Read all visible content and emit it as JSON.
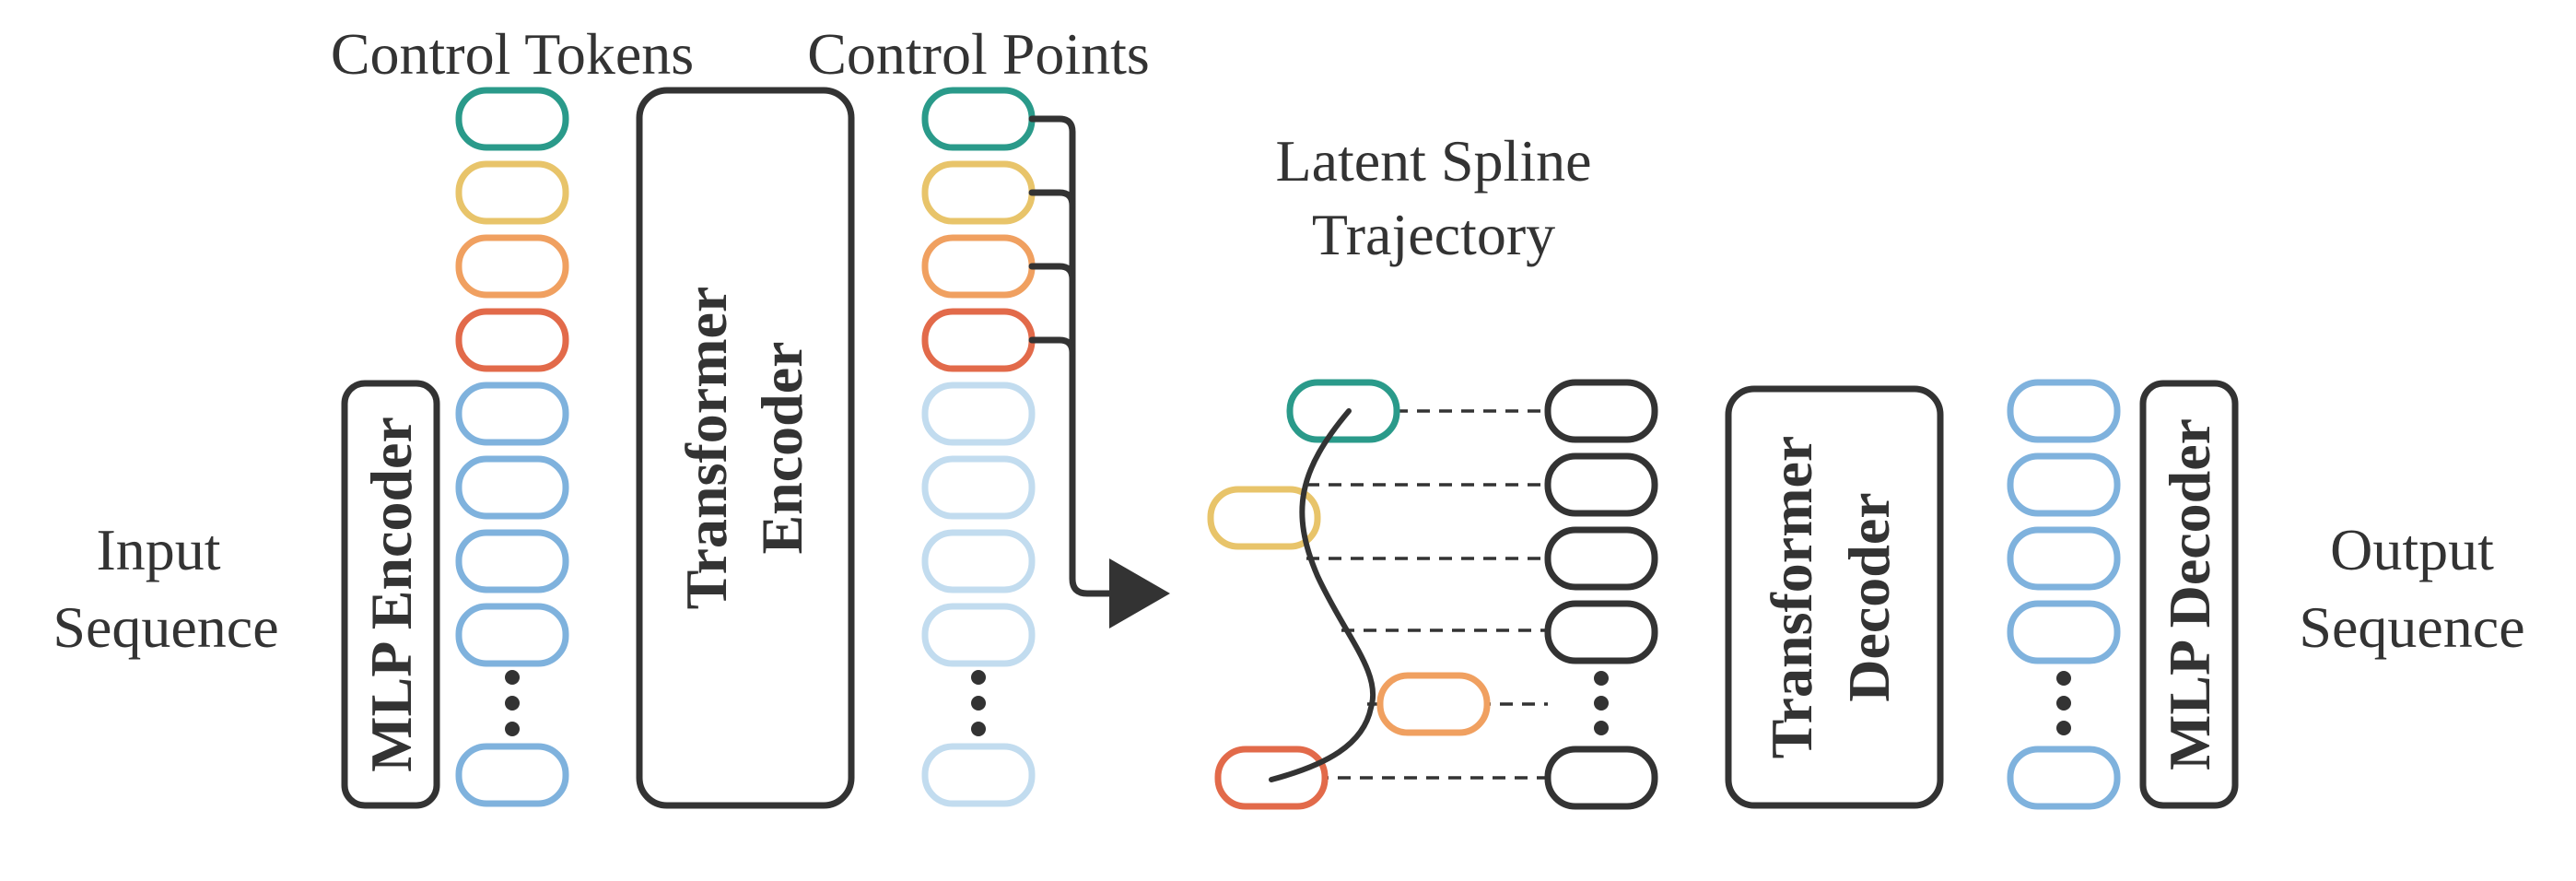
{
  "labels": {
    "input_line1": "Input",
    "input_line2": "Sequence",
    "output_line1": "Output",
    "output_line2": "Sequence",
    "control_tokens": "Control Tokens",
    "control_points": "Control Points",
    "latent_line1": "Latent Spline",
    "latent_line2": "Trajectory"
  },
  "blocks": {
    "mlp_encoder": "MLP Encoder",
    "transformer_encoder_line1": "Transformer",
    "transformer_encoder_line2": "Encoder",
    "transformer_decoder_line1": "Transformer",
    "transformer_decoder_line2": "Decoder",
    "mlp_decoder": "MLP Decoder"
  },
  "colors": {
    "teal": "#2a9a8a",
    "yellow": "#e8c46a",
    "orange": "#f0a060",
    "red": "#e26a4a",
    "blue": "#7fb2dd",
    "light_blue": "#c2dcef",
    "dark": "#333333"
  },
  "icons": {
    "ellipsis": "vertical-ellipsis",
    "arrow": "triangle-arrow-right"
  }
}
